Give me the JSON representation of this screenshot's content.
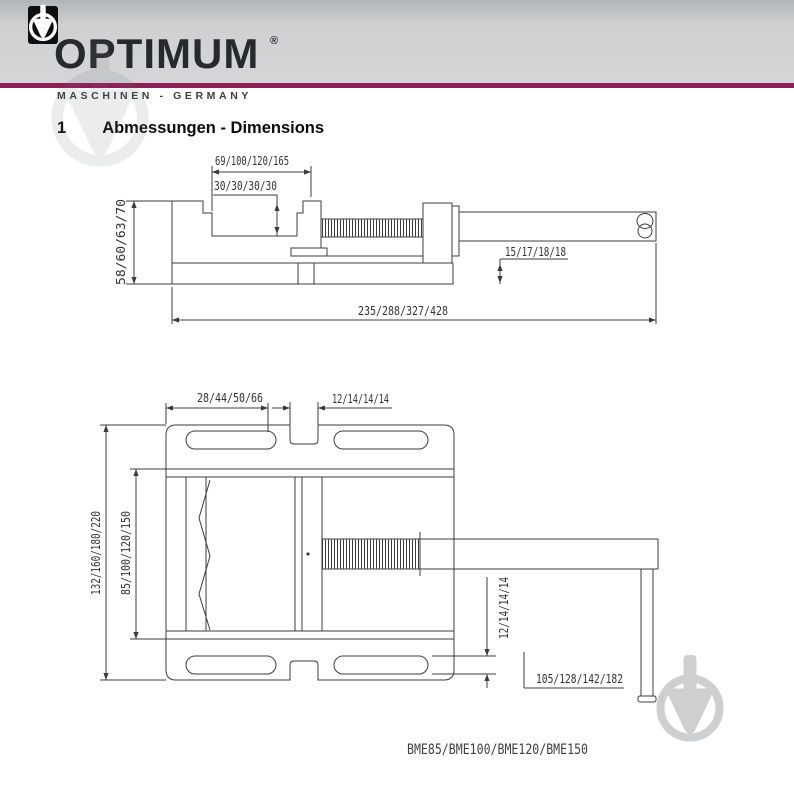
{
  "header": {
    "logo_text": "OPTIMUM",
    "registered_mark": "®",
    "tagline": "MASCHINEN - GERMANY"
  },
  "section": {
    "number": "1",
    "title": "Abmessungen - Dimensions"
  },
  "side_view": {
    "opening_width": "69/100/120/165",
    "jaw_depth": "30/30/30/30",
    "overall_height": "58/60/63/70",
    "base_height": "15/17/18/18",
    "overall_length": "235/288/327/428"
  },
  "top_view": {
    "slot_offset": "28/44/50/66",
    "center_slot_width": "12/14/14/14",
    "overall_width": "132/160/180/220",
    "inner_width": "85/100/120/150",
    "slot_width": "12/14/14/14",
    "spindle_reach": "105/128/142/182"
  },
  "caption": {
    "models": "BME85/BME100/BME120/BME150"
  },
  "icons": {
    "top_left_badge": "plumb-bob-icon",
    "header_watermark": "plumb-bob-circle-icon",
    "bottom_right_watermark": "plumb-bob-circle-icon"
  },
  "colors": {
    "brand_bar": "#8e1e55",
    "banner_gray": "#ced0d2",
    "drawing_line": "#3c3c3c",
    "watermark_gray": "#c9cbcd",
    "badge_background": "#0e0e0e"
  }
}
